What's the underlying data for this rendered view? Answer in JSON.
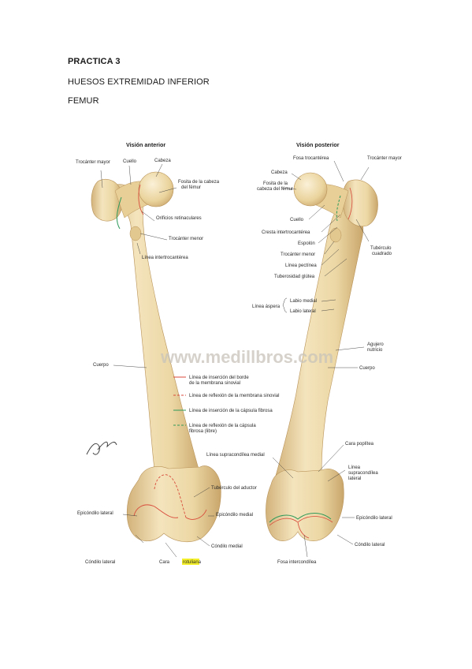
{
  "document": {
    "heading1": "PRACTICA 3",
    "heading2": "HUESOS EXTREMIDAD INFERIOR",
    "heading3": "FEMUR"
  },
  "figure": {
    "anterior": {
      "title": "Visión anterior",
      "labels": {
        "trocanter_mayor": "Trocánter mayor",
        "cuello": "Cuello",
        "cabeza": "Cabeza",
        "fosita_l1": "Fosita de la cabeza",
        "fosita_l2": "del fémur",
        "orificios": "Orificios retinaculares",
        "trocanter_menor": "Trocánter menor",
        "linea_intertrocanterea": "Línea intertrocantérea",
        "cuerpo": "Cuerpo",
        "tuberculo_aductor": "Tubérculo del aductor",
        "epicondilo_lateral": "Epicóndilo lateral",
        "epicondilo_medial": "Epicóndilo medial",
        "condilo_lateral": "Cóndilo lateral",
        "condilo_medial": "Cóndilo medial",
        "cara_prefix": "Cara",
        "cara_highlight": "rotuliana"
      }
    },
    "posterior": {
      "title": "Visión posterior",
      "labels": {
        "fosa_trocanterea": "Fosa trocantérea",
        "trocanter_mayor": "Trocánter mayor",
        "cabeza": "Cabeza",
        "fosita_l1": "Fosita de la",
        "fosita_l2": "cabeza del fémur",
        "cuello": "Cuello",
        "cresta": "Cresta intertrocantérea",
        "espolon": "Espolón",
        "trocanter_menor": "Trocánter menor",
        "linea_pectinea": "Línea pectínea",
        "tuberosidad_glutea": "Tuberosidad glútea",
        "tuberculo_cuadrado_l1": "Tubérculo",
        "tuberculo_cuadrado_l2": "cuadrado",
        "linea_aspera": "Línea áspera",
        "labio_medial": "Labio medial",
        "labio_lateral": "Labio lateral",
        "agujero_l1": "Agujero",
        "agujero_l2": "nutricio",
        "cuerpo": "Cuerpo",
        "cara_poplitea": "Cara poplítea",
        "supracondilea_medial": "Línea supracondílea medial",
        "supracondilea_lateral_l1": "Línea",
        "supracondilea_lateral_l2": "supracondílea",
        "supracondilea_lateral_l3": "lateral",
        "epicondilo_lateral": "Epicóndilo lateral",
        "condilo_lateral": "Cóndilo lateral",
        "fosa_intercondilea": "Fosa intercondílea"
      }
    },
    "legend": [
      {
        "text1": "Línea de inserción del borde",
        "text2": "de la membrana sinovial",
        "color": "#d84a3a",
        "style": "solid"
      },
      {
        "text1": "Línea de reflexión de la membrana sinovial",
        "text2": "",
        "color": "#d84a3a",
        "style": "dashed"
      },
      {
        "text1": "Línea de inserción de la cápsula fibrosa",
        "text2": "",
        "color": "#2e9a5a",
        "style": "solid"
      },
      {
        "text1": "Línea de reflexión de la cápsula",
        "text2": "fibrosa (libre)",
        "color": "#2e9a5a",
        "style": "dashed"
      }
    ],
    "watermark": "www.medillbros.com",
    "signature": "F. Netter",
    "colors": {
      "bone": "#ecd7a4",
      "bone_shadow": "#d2b27a",
      "bone_highlight": "#f7ecce",
      "highlight": "#f3ef2a"
    }
  }
}
